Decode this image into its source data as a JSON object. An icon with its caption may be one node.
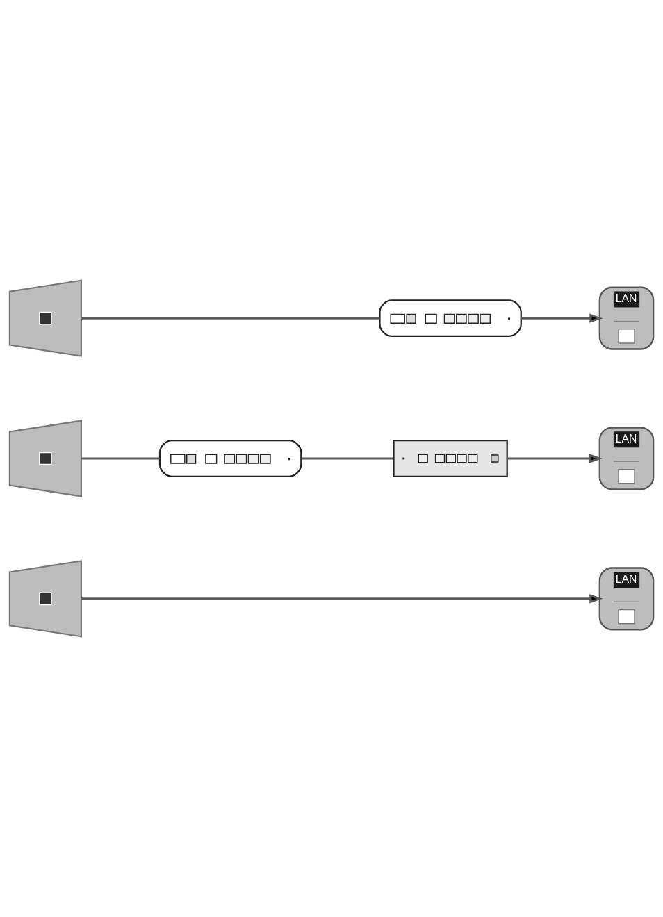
{
  "diagram": {
    "nodes": [
      {
        "text": [],
        "shape": "picture"
      },
      {
        "text": [],
        "shape": "picture"
      },
      {
        "text": [
          "LAN"
        ]
      },
      {
        "text": [],
        "shape": "picture"
      },
      {
        "text": [],
        "shape": "picture"
      },
      {
        "text": [],
        "shape": "picture"
      },
      {
        "text": [
          "LAN"
        ]
      },
      {
        "text": [],
        "shape": "picture"
      },
      {
        "text": [
          "LAN"
        ]
      }
    ],
    "edges": [
      {
        "from": 0,
        "to": 1,
        "arrow": "none"
      },
      {
        "from": 1,
        "to": 2,
        "arrow": "to"
      },
      {
        "from": 3,
        "to": 4,
        "arrow": "none"
      },
      {
        "from": 4,
        "to": 5,
        "arrow": "none"
      },
      {
        "from": 5,
        "to": 6,
        "arrow": "to"
      },
      {
        "from": 7,
        "to": 8,
        "arrow": "to"
      }
    ]
  }
}
